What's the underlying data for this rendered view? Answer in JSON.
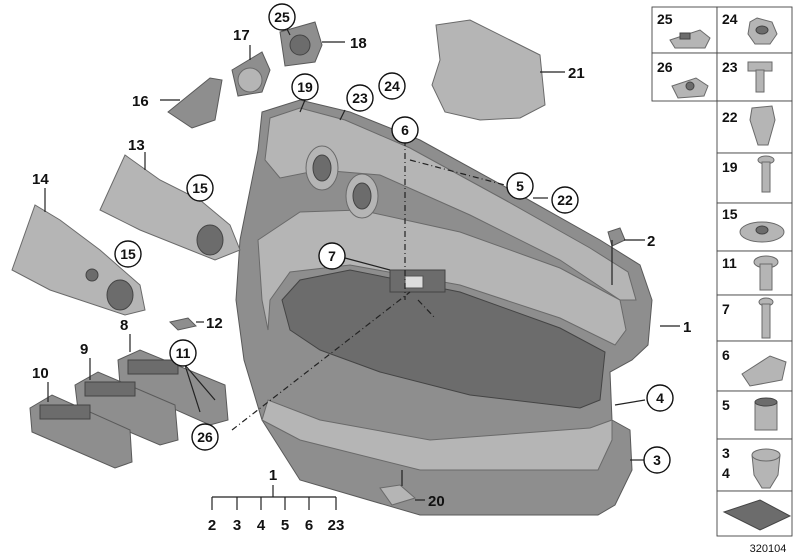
{
  "diagram": {
    "labels": {
      "l1": "1",
      "l2": "2",
      "l3": "3",
      "l4": "4",
      "l5": "5",
      "l6": "6",
      "l7": "7",
      "l8": "8",
      "l9": "9",
      "l10": "10",
      "l11": "11",
      "l12": "12",
      "l13": "13",
      "l14": "14",
      "l15a": "15",
      "l15b": "15",
      "l16": "16",
      "l17": "17",
      "l18": "18",
      "l19": "19",
      "l20": "20",
      "l21": "21",
      "l22": "22",
      "l23": "23",
      "l24": "24",
      "l25": "25",
      "l26": "26"
    },
    "tree": {
      "root": "1",
      "children": [
        "2",
        "3",
        "4",
        "5",
        "6",
        "23"
      ]
    },
    "sidebar": [
      {
        "id": "25"
      },
      {
        "id": "24"
      },
      {
        "id": "26"
      },
      {
        "id": "23"
      },
      {
        "id": "22"
      },
      {
        "id": "19"
      },
      {
        "id": "15"
      },
      {
        "id": "11"
      },
      {
        "id": "7"
      },
      {
        "id": "6"
      },
      {
        "id": "5"
      },
      {
        "id": "3"
      },
      {
        "id": "4"
      }
    ],
    "reference_number": "320104"
  }
}
